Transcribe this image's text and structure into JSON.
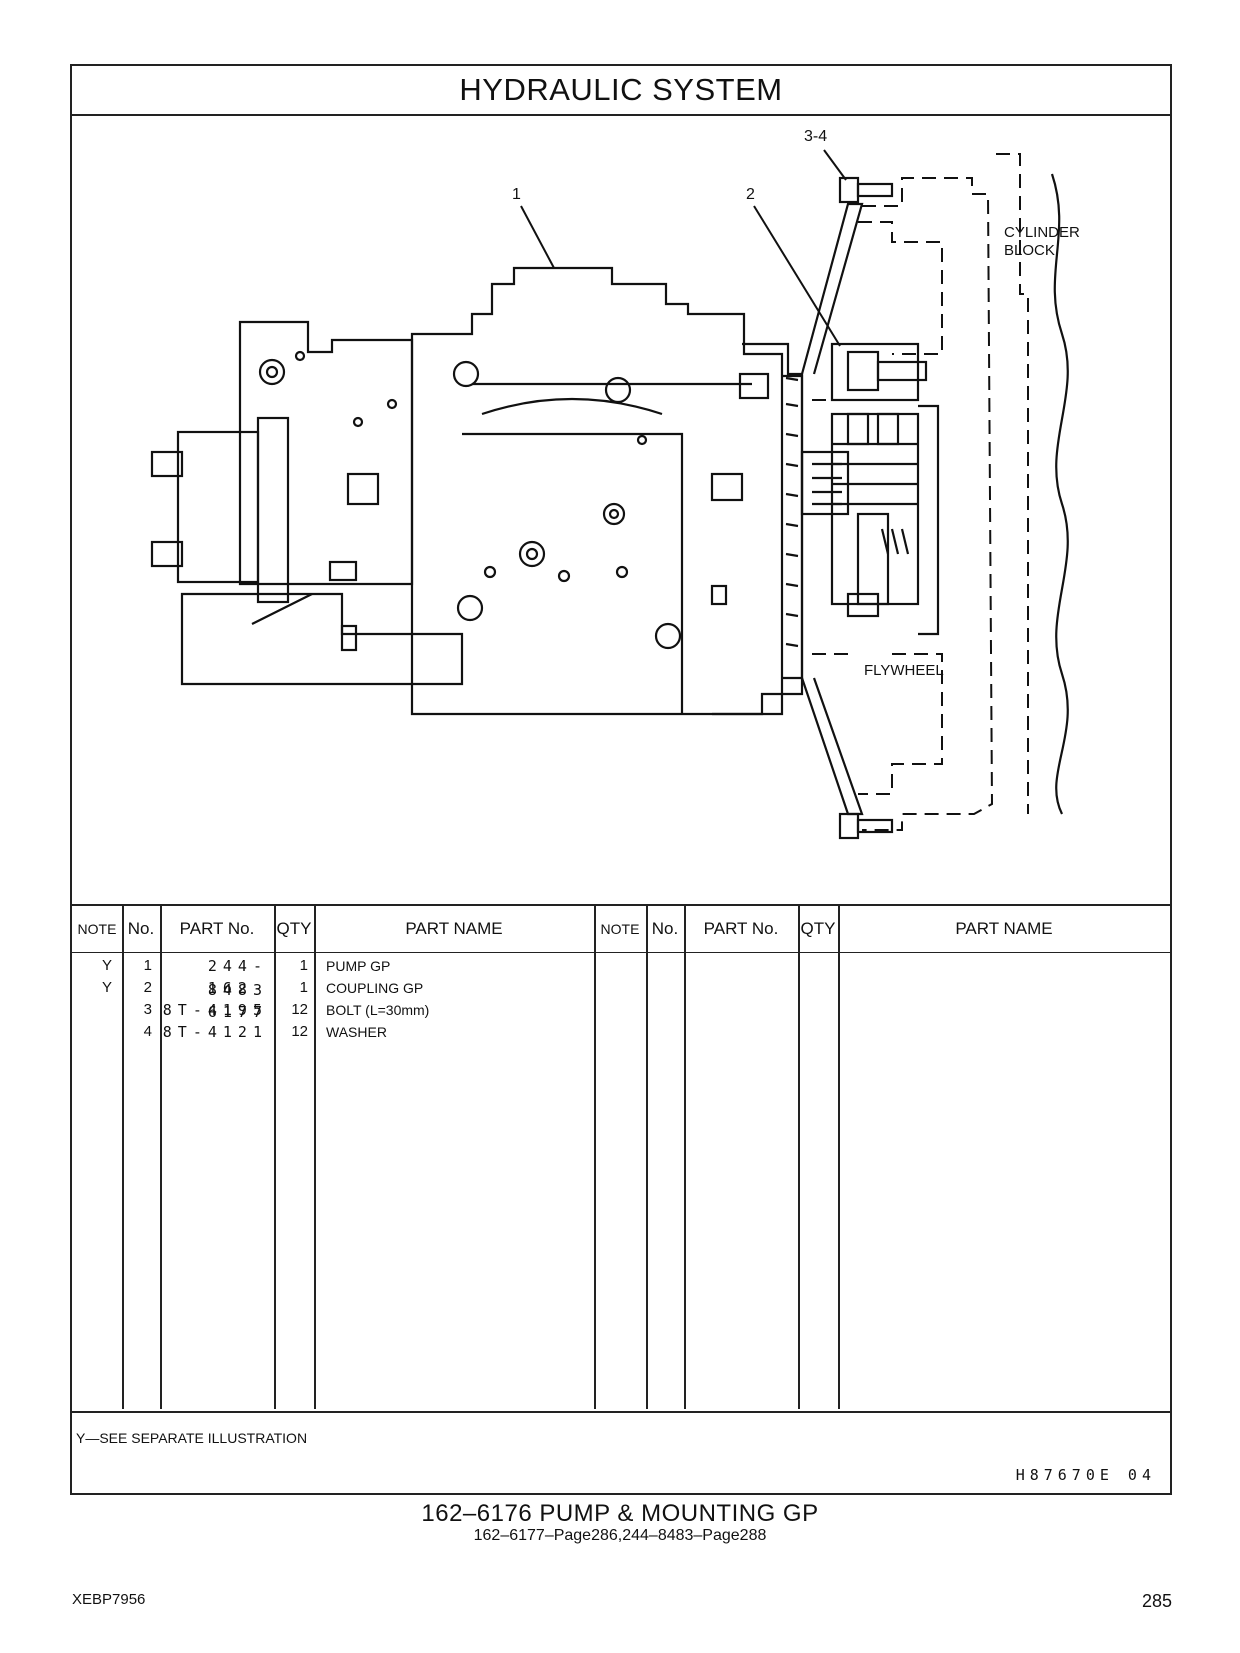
{
  "header": {
    "title": "HYDRAULIC SYSTEM"
  },
  "illustration": {
    "callouts": [
      "1",
      "2",
      "3-4"
    ],
    "labels": {
      "cylinder_block": "CYLINDER BLOCK",
      "flywheel": "FLYWHEEL"
    }
  },
  "table": {
    "headers": {
      "note": "NOTE",
      "no": "No.",
      "part_no": "PART No.",
      "qty": "QTY",
      "part_name": "PART NAME"
    },
    "rows": [
      {
        "note": "Y",
        "no": "1",
        "part_no": "244-8483",
        "qty": "1",
        "name": "PUMP GP"
      },
      {
        "note": "Y",
        "no": "2",
        "part_no": "162-6177",
        "qty": "1",
        "name": "COUPLING GP"
      },
      {
        "note": "",
        "no": "3",
        "part_no": "8T-4195",
        "qty": "12",
        "name": "BOLT (L=30mm)"
      },
      {
        "note": "",
        "no": "4",
        "part_no": "8T-4121",
        "qty": "12",
        "name": "WASHER"
      }
    ]
  },
  "footnote": "Y—SEE SEPARATE ILLUSTRATION",
  "illustration_code": "H87670E 04",
  "caption": {
    "title": "162–6176 PUMP & MOUNTING GP",
    "subtitle": "162–6177–Page286,244–8483–Page288"
  },
  "footer": {
    "doc_id": "XEBP7956",
    "page": "285"
  }
}
